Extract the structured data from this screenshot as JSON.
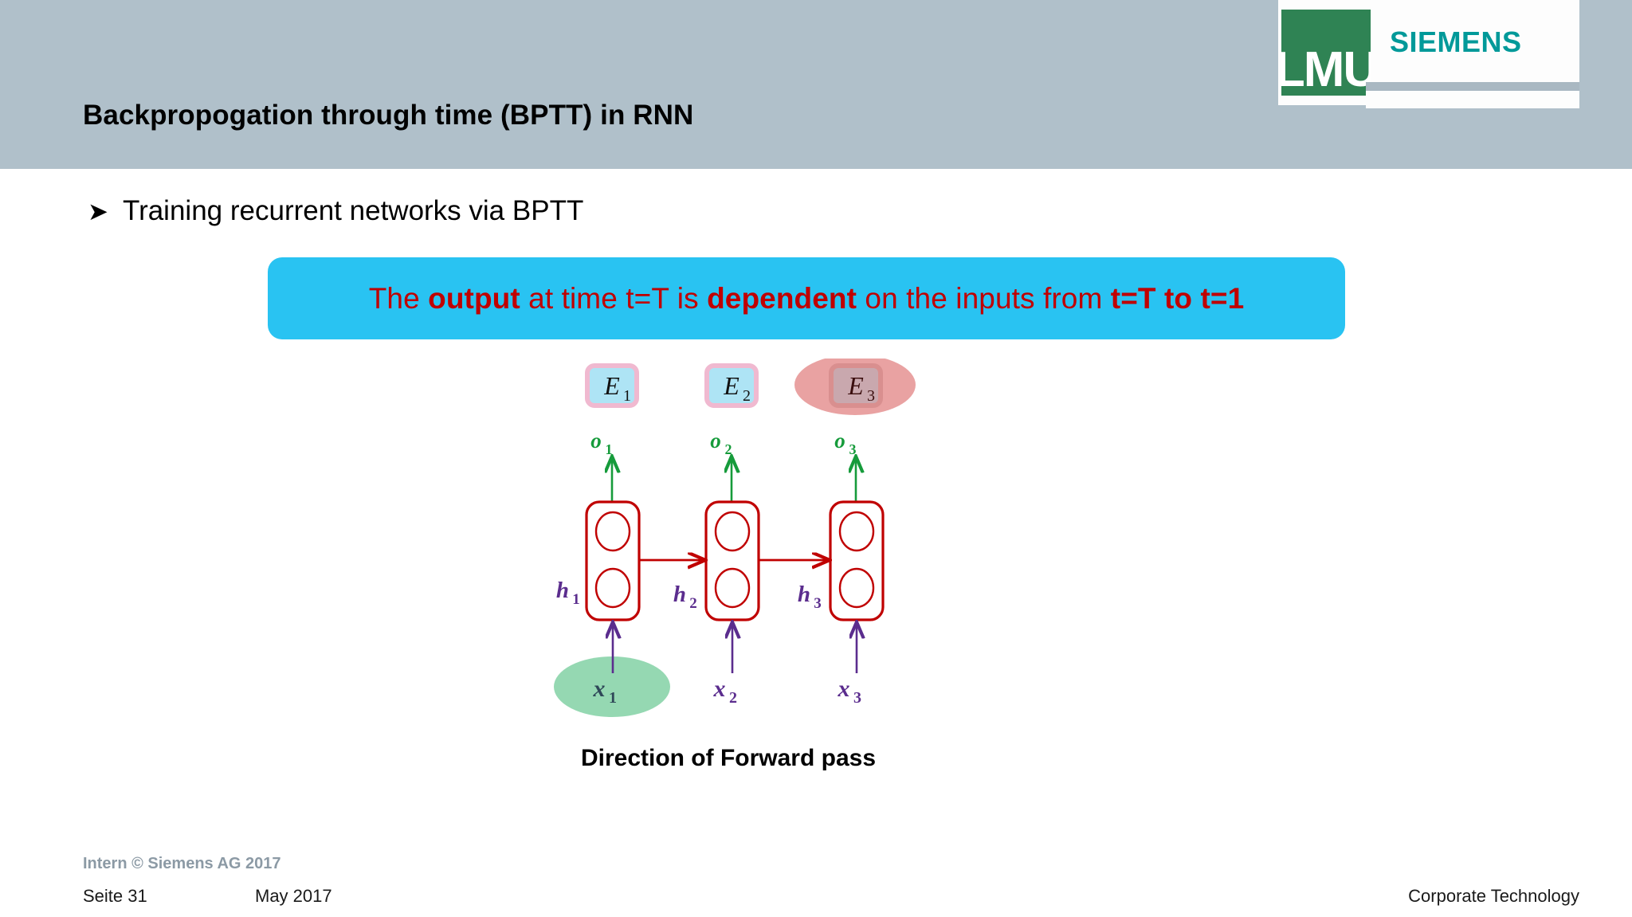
{
  "slide": {
    "title": "Backpropogation through time (BPTT) in RNN",
    "bullet": {
      "marker": "➤",
      "text": "Training recurrent networks via BPTT"
    },
    "callout": {
      "segment_1": "The ",
      "segment_2_bold": "output",
      "segment_3": " at time t=T is ",
      "segment_4_bold": "dependent",
      "segment_5": " on the inputs from ",
      "segment_6_bold": "t=T to t=1",
      "background_color": "#29c3f2",
      "text_color": "#c00000"
    },
    "caption": "Direction of Forward pass"
  },
  "logo": {
    "lmu_line1": "L",
    "lmu_line2": "MU",
    "lmu_text": "LMU",
    "siemens_text": "SIEMENS",
    "green": "#2f8354",
    "teal": "#009999"
  },
  "diagram": {
    "error_nodes": [
      {
        "label": "E",
        "sub": "1",
        "highlighted": false
      },
      {
        "label": "E",
        "sub": "2",
        "highlighted": false
      },
      {
        "label": "E",
        "sub": "3",
        "highlighted": true
      }
    ],
    "output_nodes": [
      {
        "label": "o",
        "sub": "1"
      },
      {
        "label": "o",
        "sub": "2"
      },
      {
        "label": "o",
        "sub": "3"
      }
    ],
    "hidden_nodes": [
      {
        "label": "h",
        "sub": "1"
      },
      {
        "label": "h",
        "sub": "2"
      },
      {
        "label": "h",
        "sub": "3"
      }
    ],
    "input_nodes": [
      {
        "label": "x",
        "sub": "1",
        "highlighted": true
      },
      {
        "label": "x",
        "sub": "2",
        "highlighted": false
      },
      {
        "label": "x",
        "sub": "3",
        "highlighted": false
      }
    ],
    "colors": {
      "cell_stroke": "#c00000",
      "output_arrow": "#169b3b",
      "input_arrow": "#5b2d8e",
      "hidden_label": "#5b2d8e",
      "error_box_fill": "#aee4f5",
      "error_box_border": "#f0b9d0",
      "highlight_ellipse_error": "#e79a9a",
      "highlight_ellipse_input": "#8fd6ae"
    }
  },
  "footer": {
    "intern": "Intern © Siemens AG 2017",
    "page": "Seite 31",
    "date": "May 2017",
    "right": "Corporate Technology"
  },
  "header": {
    "band_color": "#b0c0ca"
  }
}
